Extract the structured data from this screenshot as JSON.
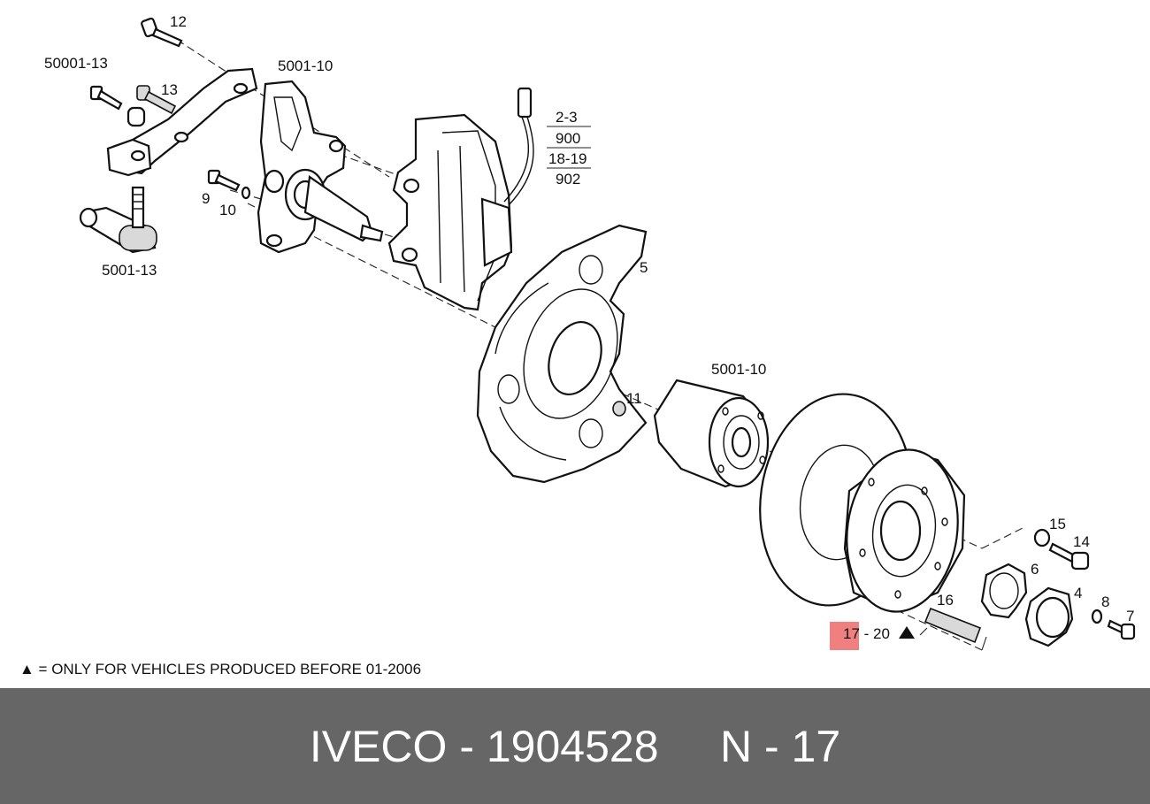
{
  "diagram": {
    "labels": {
      "part_12": "12",
      "part_50001_13": "50001-13",
      "part_5001_10_top": "5001-10",
      "part_13": "13",
      "part_9": "9",
      "part_10": "10",
      "part_5001_13": "5001-13",
      "sensor_ref_1": "2-3",
      "sensor_ref_2": "900",
      "sensor_ref_3": "18-19",
      "sensor_ref_4": "902",
      "part_5": "5",
      "part_5001_10_hub": "5001-10",
      "part_11": "11",
      "part_15": "15",
      "part_14": "14",
      "part_6": "6",
      "part_4": "4",
      "part_8": "8",
      "part_7": "7",
      "part_16": "16",
      "part_17_20": "17 - 20"
    },
    "legend_note": "▲ = ONLY FOR VEHICLES PRODUCED BEFORE 01-2006",
    "highlight_color": "#f08080"
  },
  "footer": {
    "text": "IVECO - 1904528     N - 17",
    "background": "#666666"
  }
}
